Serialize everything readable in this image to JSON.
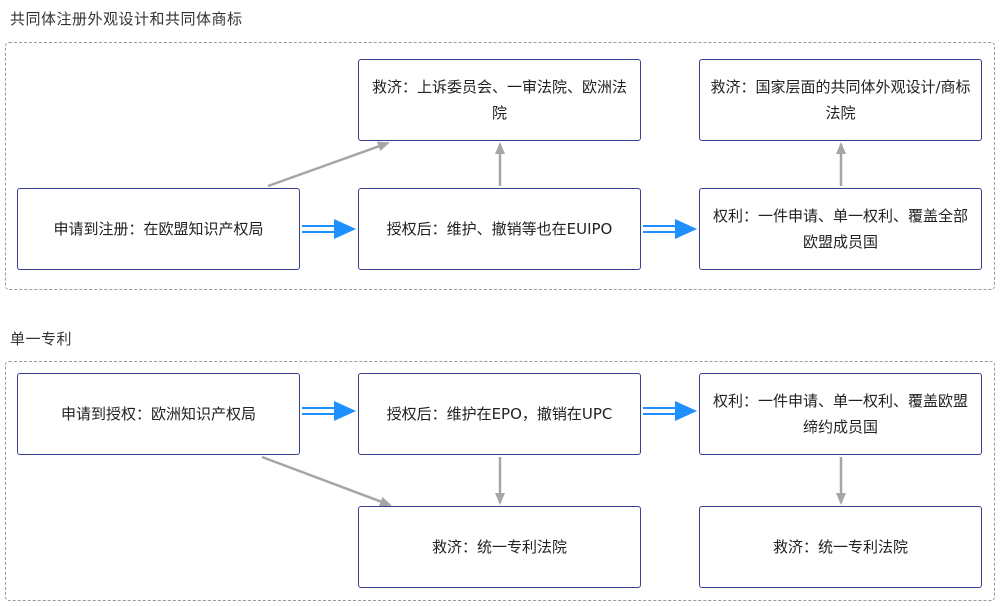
{
  "sections": [
    {
      "title": "共同体注册外观设计和共同体商标",
      "nodes": {
        "application": "申请到注册：在欧盟知识产权局",
        "post_grant": "授权后：维护、撤销等也在EUIPO",
        "rights": "权利：一件申请、单一权利、覆盖全部欧盟成员国",
        "remedy_left": "救济：上诉委员会、一审法院、欧洲法院",
        "remedy_right": "救济：国家层面的共同体外观设计/商标法院"
      }
    },
    {
      "title": "单一专利",
      "nodes": {
        "application": "申请到授权：欧洲知识产权局",
        "post_grant": "授权后：维护在EPO，撤销在UPC",
        "rights": "权利：一件申请、单一权利、覆盖欧盟缔约成员国",
        "remedy_left": "救济：统一专利法院",
        "remedy_right": "救济：统一专利法院"
      }
    }
  ],
  "colors": {
    "flow_arrow": "#1e90ff",
    "relation_arrow": "#a6a6a6",
    "node_border": "#3b3f8f",
    "frame_border": "#9a9a9a"
  }
}
